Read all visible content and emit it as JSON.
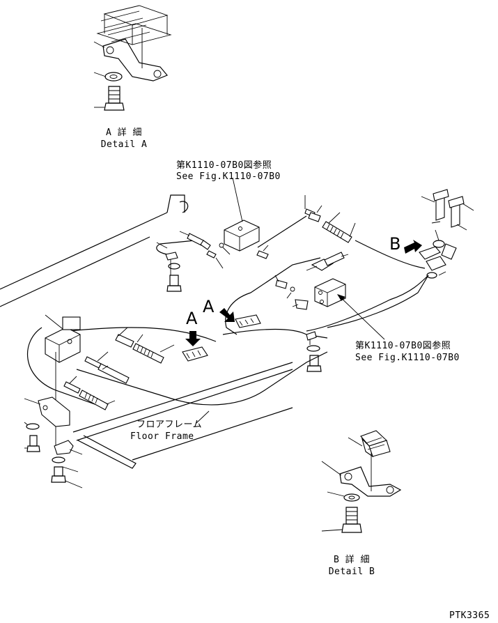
{
  "detail_a": {
    "ja": "A 詳 細",
    "en": "Detail A"
  },
  "detail_b": {
    "ja": "B 詳 細",
    "en": "Detail B"
  },
  "see_fig_1": {
    "ja": "第K1110-07B0図参照",
    "en": "See Fig.K1110-07B0"
  },
  "see_fig_2": {
    "ja": "第K1110-07B0図参照",
    "en": "See Fig.K1110-07B0"
  },
  "floor_frame": {
    "ja": "フロアフレーム",
    "en": "Floor Frame"
  },
  "callout_a": "A",
  "callout_a2": "A",
  "callout_b": "B",
  "drawing_code": "PTK3365"
}
